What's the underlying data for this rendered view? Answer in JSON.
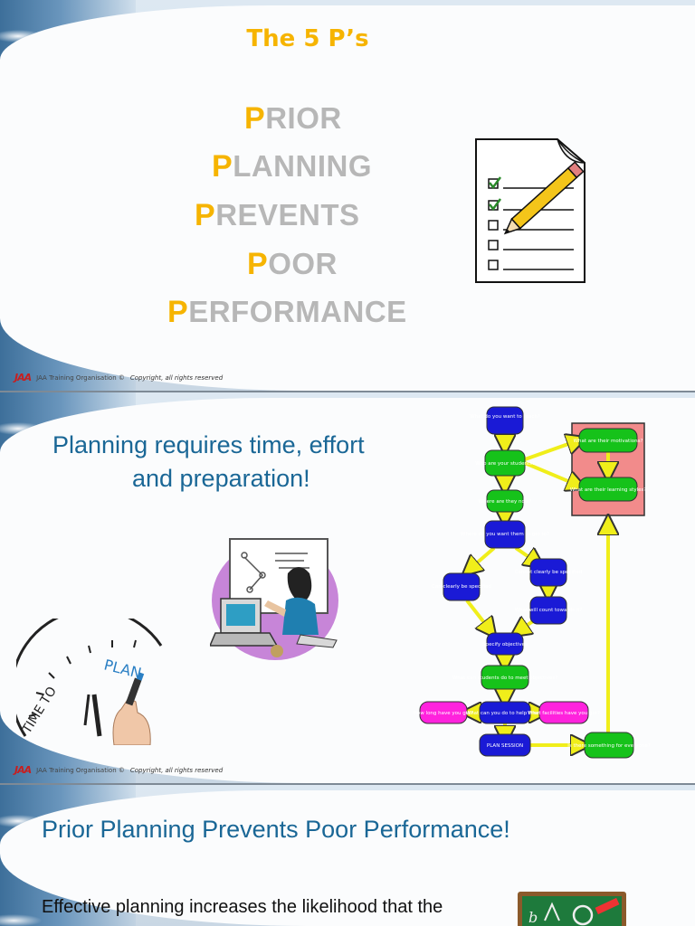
{
  "footer": {
    "logo": "JAA",
    "org": "JAA Training Organisation ©",
    "copyright": "Copyright, all rights reserved"
  },
  "slide1": {
    "title": "The 5 P’s",
    "lines": [
      {
        "cap": "P",
        "rest": "RIOR"
      },
      {
        "cap": "P",
        "rest": "LANNING"
      },
      {
        "cap": "P",
        "rest": "REVENTS"
      },
      {
        "cap": "P",
        "rest": "OOR"
      },
      {
        "cap": "P",
        "rest": "ERFORMANCE"
      }
    ]
  },
  "slide2": {
    "title_line1": "Planning requires time, effort",
    "title_line2": "and preparation!",
    "clock_text": "TIME TO",
    "clock_plan": "PLAN",
    "flow": {
      "n1": "What do you want to teach?",
      "n2": "Who are your students?",
      "n3": "Where are they now?",
      "n4": "Where do you want them to get to?",
      "n5": "Cannot clearly be specified",
      "n6": "Can clearly be specified",
      "n7": "What will count towards it?",
      "n8": "Specify objectives",
      "n9": "What can students do to meet objectives?",
      "n10": "How long have you got?",
      "n11": "What can you do to help them?",
      "n12": "What facilities have you got?",
      "n13": "PLAN SESSION",
      "n14": "Is there something for everyone?",
      "n15": "What are their motivations?",
      "n16": "What are their learning styles?"
    }
  },
  "slide3": {
    "title": "Prior Planning Prevents Poor Performance!",
    "body": "Effective planning increases the likelihood that the"
  },
  "colors": {
    "accent": "#f6b400",
    "grey_text": "#b7b7b7",
    "blue_title": "#1a6796",
    "flow_green": "#16c21a",
    "flow_blue": "#1a1ad6",
    "flow_magenta": "#ff22dd",
    "flow_arrow": "#f0ee1a",
    "flow_box": "#f28b8b"
  }
}
